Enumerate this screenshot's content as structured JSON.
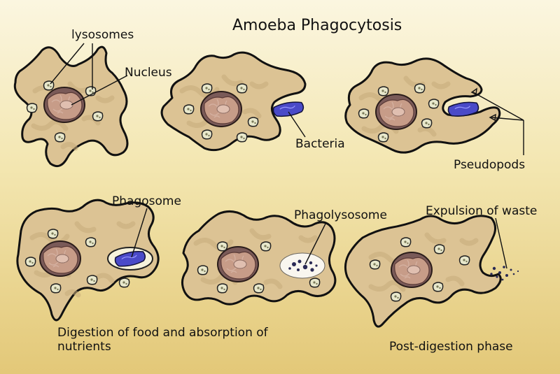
{
  "title": "Amoeba Phagocytosis",
  "labels": {
    "lysosomes": "lysosomes",
    "nucleus": "Nucleus",
    "bacteria": "Bacteria",
    "pseudopods": "Pseudopods",
    "phagosome": "Phagosome",
    "phagolysosome": "Phagolysosome",
    "expulsion": "Expulsion of waste",
    "digestion": "Digestion of food and absorption of nutrients",
    "post_digestion": "Post-digestion phase"
  },
  "colors": {
    "cytoplasm": "#dcc394",
    "outline": "#111111",
    "nucleus": "#7a5a58",
    "bacteria": "#4a4ac8",
    "background_top": "#fbf6e0",
    "background_bottom": "#e3c878"
  },
  "stages": [
    {
      "id": 1,
      "description": "amoeba at rest with lysosomes and nucleus"
    },
    {
      "id": 2,
      "description": "amoeba approaching bacteria"
    },
    {
      "id": 3,
      "description": "pseudopods surround bacteria"
    },
    {
      "id": 4,
      "description": "bacteria enclosed in phagosome"
    },
    {
      "id": 5,
      "description": "phagolysosome digesting food"
    },
    {
      "id": 6,
      "description": "waste expelled, post-digestion"
    }
  ]
}
